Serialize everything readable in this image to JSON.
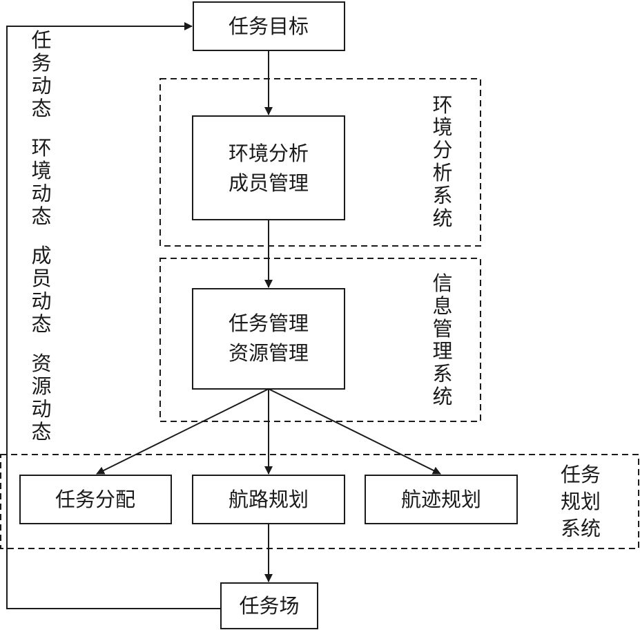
{
  "nodes": {
    "task_goal": "任务目标",
    "env_analysis": "环境分析",
    "member_mgmt": "成员管理",
    "task_mgmt": "任务管理",
    "resource_mgmt": "资源管理",
    "task_alloc": "任务分配",
    "route_plan": "航路规划",
    "track_plan": "航迹规划",
    "task_field": "任务场"
  },
  "systems": {
    "env_system": [
      "环",
      "境",
      "分",
      "析",
      "系",
      "统"
    ],
    "info_system": [
      "信",
      "息",
      "管",
      "理",
      "系",
      "统"
    ],
    "plan_system": [
      "任务",
      "规划",
      "系统"
    ]
  },
  "feedback": {
    "col1": [
      "任",
      "务",
      "动",
      "态"
    ],
    "col2": [
      "环",
      "境",
      "动",
      "态"
    ],
    "col3": [
      "成",
      "员",
      "动",
      "态"
    ],
    "col4": [
      "资",
      "源",
      "动",
      "态"
    ]
  }
}
